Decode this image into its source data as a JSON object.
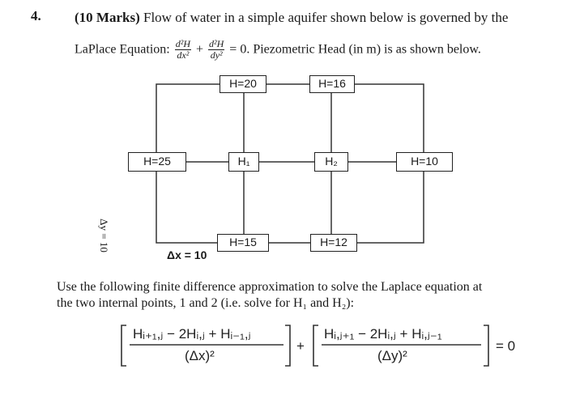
{
  "question": {
    "number": "4.",
    "marks": "(10 Marks)",
    "line1_rest": "Flow of water in a simple aquifer shown below is governed by the",
    "line2_prefix": "LaPlace Equation:",
    "frac1_num": "d²H",
    "frac1_den": "dx²",
    "plus": "+",
    "frac2_num": "d²H",
    "frac2_den": "dy²",
    "line2_suffix": "= 0. Piezometric Head (in m) is as shown below."
  },
  "diagram": {
    "top_left": "H=20",
    "top_right": "H=16",
    "left": "H=25",
    "h1": "H₁",
    "h2": "H₂",
    "right": "H=10",
    "bottom_left": "H=15",
    "bottom_right": "H=12",
    "dy_label": "Δy = 10",
    "dx_label": "Δx = 10"
  },
  "instruction": {
    "line1": "Use the following finite difference approximation to solve the Laplace equation at",
    "line2": "the two internal points, 1 and 2 (i.e. solve for H₁ and H₂):"
  },
  "formula": {
    "num1": "Hᵢ₊₁,ⱼ − 2Hᵢ,ⱼ + Hᵢ₋₁,ⱼ",
    "den1": "(Δx)²",
    "plus": "+",
    "num2": "Hᵢ,ⱼ₊₁ − 2Hᵢ,ⱼ + Hᵢ,ⱼ₋₁",
    "den2": "(Δy)²",
    "equals": "= 0"
  }
}
